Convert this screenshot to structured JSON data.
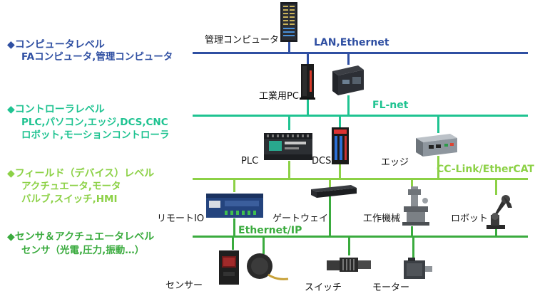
{
  "colors": {
    "computer": "#2f4fa2",
    "controller": "#1fc391",
    "field": "#8cd146",
    "sensor": "#3aab3e"
  },
  "levels": {
    "computer": {
      "title": "◆コンピュータレベル",
      "sub": [
        "FAコンピュータ,管理コンピュータ"
      ]
    },
    "controller": {
      "title": "◆コントローラレベル",
      "sub": [
        "PLC,パソコン,エッジ,DCS,CNC",
        "ロボット,モーションコントローラ"
      ]
    },
    "field": {
      "title": "◆フィールド（デバイス）レベル",
      "sub": [
        "アクチュエータ,モータ",
        "バルブ,スイッチ,HMI"
      ]
    },
    "sensor": {
      "title": "◆センサ＆アクチュエータレベル",
      "sub": [
        "センサ（光電,圧力,振動…）"
      ]
    }
  },
  "networks": {
    "lan": "LAN,Ethernet",
    "flnet": "FL-net",
    "cclink": "CC-Link/EtherCAT",
    "ethernet_ip": "Ethernet/IP"
  },
  "devices": {
    "mgmt_computer": "管理コンピュータ",
    "industrial_pc": "工業用PC",
    "plc": "PLC",
    "dcs": "DCS",
    "edge": "エッジ",
    "remote_io": "リモートIO",
    "gateway": "ゲートウェイ",
    "machine_tool": "工作機械",
    "robot": "ロボット",
    "sensor": "センサー",
    "switch": "スイッチ",
    "motor": "モーター"
  }
}
